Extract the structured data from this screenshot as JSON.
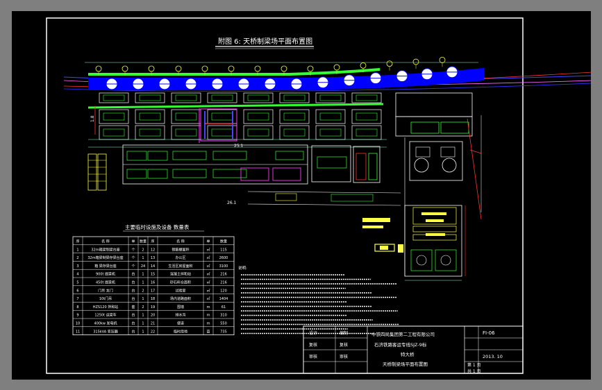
{
  "drawing": {
    "title": "附图 6: 天桥制梁场平面布置图",
    "table_title": "主要临时设施及设备 数量表",
    "table_headers": [
      "序",
      "名 称",
      "单",
      "数量",
      "序",
      "名 称",
      "单",
      "数量"
    ],
    "table_rows": [
      [
        "1",
        "32m箱梁制梁台座",
        "个",
        "2",
        "12",
        "钢筋棚面积",
        "㎡",
        "115"
      ],
      [
        "2",
        "32m箱梁制梁存梁台座",
        "个",
        "1",
        "13",
        "办公区",
        "㎡",
        "2600"
      ],
      [
        "3",
        "箱 梁存梁台座",
        "个",
        "24",
        "14",
        "生活区房屋面积",
        "㎡",
        "3100"
      ],
      [
        "4",
        "900t 提梁机",
        "台",
        "1",
        "15",
        "混凝土拌和站",
        "㎡",
        "216"
      ],
      [
        "5",
        "450t 提梁机",
        "台",
        "1",
        "16",
        "砂石料仓面积",
        "㎡",
        "216"
      ],
      [
        "6",
        "门吊 龙门",
        "台",
        "2",
        "17",
        "试验室",
        "㎡",
        "120"
      ],
      [
        "7",
        "10t门吊",
        "台",
        "1",
        "18",
        "场内道路面积",
        "㎡",
        "1404"
      ],
      [
        "8",
        "HZS120 拌和站",
        "套",
        "2",
        "19",
        "围墙",
        "m",
        "61"
      ],
      [
        "9",
        "1250t 运梁车",
        "台",
        "1",
        "20",
        "排水沟",
        "m",
        "310"
      ],
      [
        "10",
        "400kw 发电机",
        "台",
        "1",
        "21",
        "便道",
        "m",
        "550"
      ],
      [
        "11",
        "315kVA 变压器",
        "台",
        "1",
        "22",
        "临时用地",
        "亩",
        "735"
      ]
    ],
    "notes_title": "说明:",
    "title_block": {
      "org": "中铁四局集团第二工程有限公司",
      "proj1": "石济铁路客运专线SJZ-9标",
      "proj2": "特大桥",
      "name": "天桥制梁场平面布置图",
      "sheet_no": "FI-06",
      "date": "2013. 10",
      "sheet1": "第 1 页",
      "sheet2": "共 1 页",
      "roles": [
        "设计",
        "复核",
        "审核",
        "编制",
        "复核",
        "审核"
      ]
    },
    "dims": {
      "d1": "1.8",
      "d2": "25.1",
      "d3": "26.1"
    }
  }
}
